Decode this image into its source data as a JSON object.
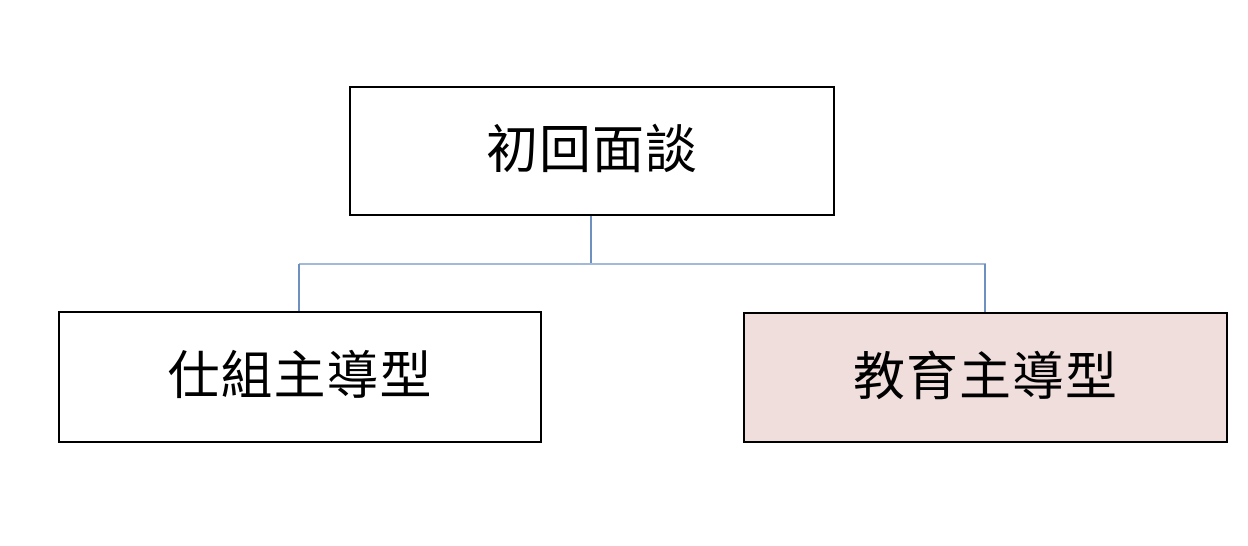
{
  "diagram": {
    "root_node": {
      "label": "初回面談"
    },
    "child_nodes": [
      {
        "label": "仕組主導型",
        "highlighted": false
      },
      {
        "label": "教育主導型",
        "highlighted": true
      }
    ]
  },
  "colors": {
    "background": "#ffffff",
    "box_fill": "#ffffff",
    "box_border": "#000000",
    "highlight_fill": "#efdedc",
    "connector_vertical": "#6e90bf",
    "connector_horizontal": "#a2bad8",
    "text_color": "#000000"
  }
}
